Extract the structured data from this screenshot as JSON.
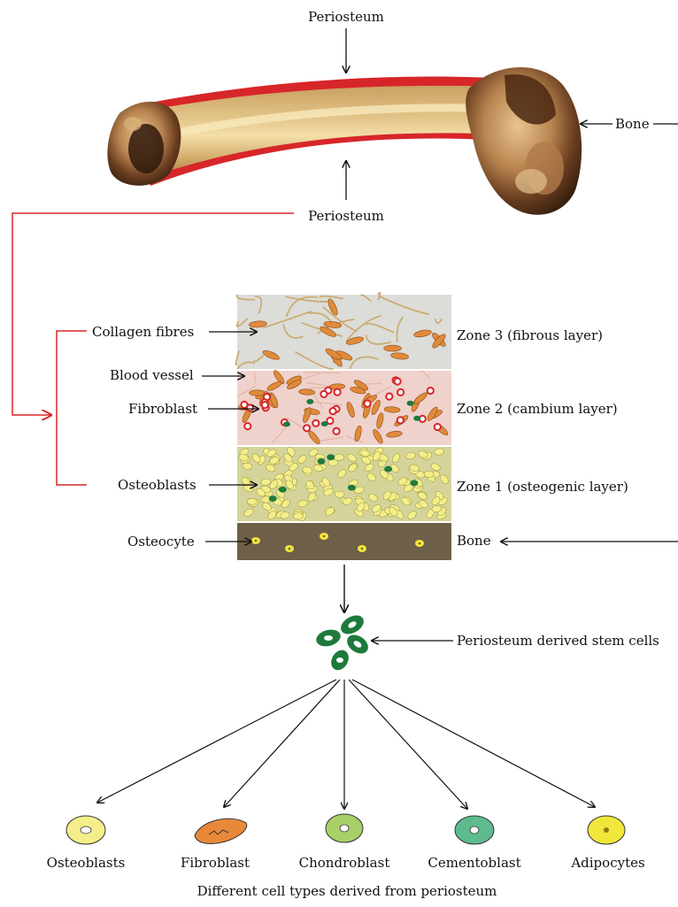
{
  "labels": {
    "periosteum_top": "Periosteum",
    "periosteum_bottom": "Periosteum",
    "bone_top": "Bone",
    "collagen": "Collagen fibres",
    "blood_vessel": "Blood vessel",
    "fibroblast_layer": "Fibroblast",
    "osteoblasts_layer": "Osteoblasts",
    "osteocyte": "Osteocyte",
    "zone3": "Zone 3 (fibrous layer)",
    "zone2": "Zone 2 (cambium layer)",
    "zone1": "Zone 1 (osteogenic layer)",
    "bone_zone": "Bone",
    "stem_cells": "Periosteum derived stem cells"
  },
  "cell_types": [
    {
      "label": "Osteoblasts",
      "color": "#f4ee8a"
    },
    {
      "label": "Fibroblast",
      "color": "#e8893a"
    },
    {
      "label": "Chondroblast",
      "color": "#a8cf68"
    },
    {
      "label": "Cementoblast",
      "color": "#5dbb8e"
    },
    {
      "label": "Adipocytes",
      "color": "#f1e63a"
    }
  ],
  "caption": "Different cell types derived from periosteum",
  "colors": {
    "periosteum": "#d7262a",
    "connector": "#d7262a",
    "zone3": "#dcdcd8",
    "zone2": "#f0d2cc",
    "zone1": "#d4d49a",
    "bone_zone": "#6e5f48",
    "stem_cell": "#1e7a3c"
  }
}
